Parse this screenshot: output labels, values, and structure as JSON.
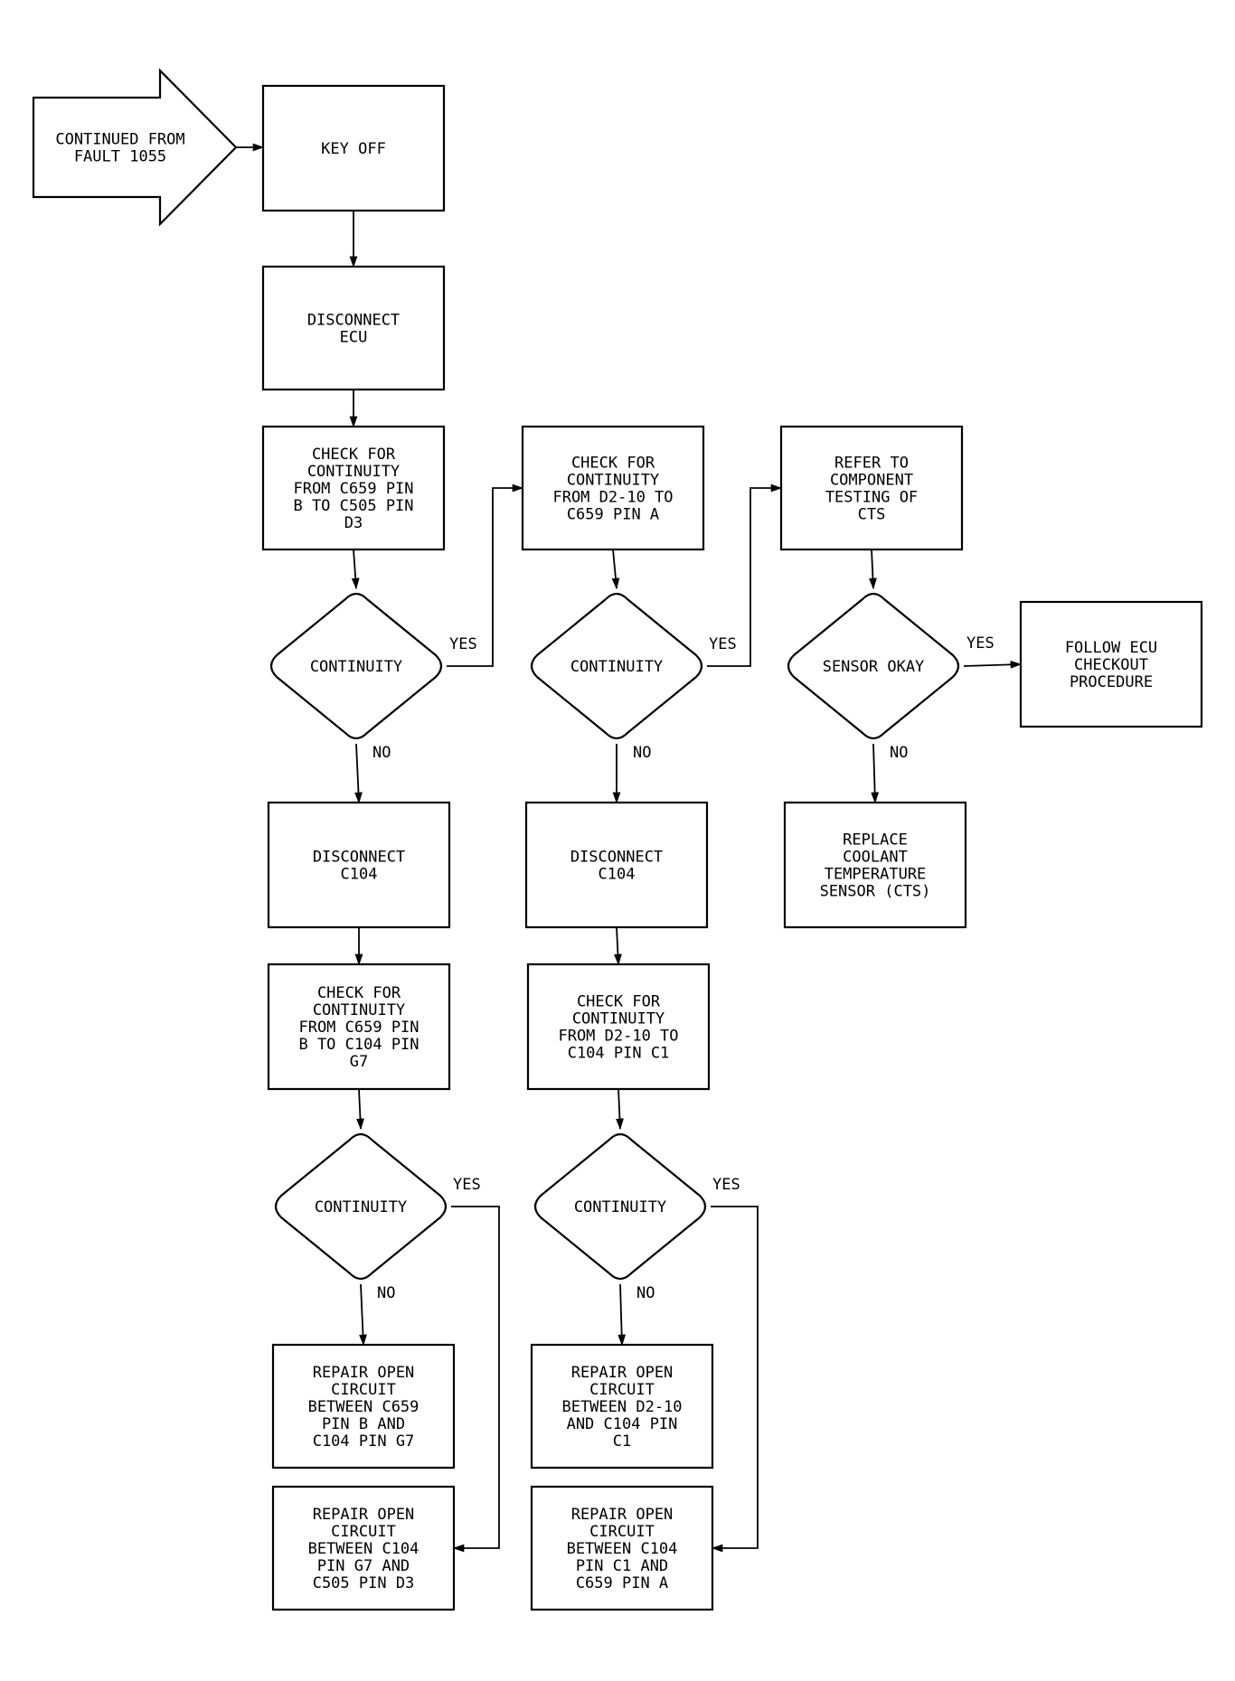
{
  "nodes": {
    "start": [
      "CONTINUED FROM",
      "FAULT 1055"
    ],
    "keyoff": [
      "KEY OFF"
    ],
    "disc_ecu": [
      "DISCONNECT",
      "ECU"
    ],
    "chk1": [
      "CHECK FOR",
      "CONTINUITY",
      "FROM C659 PIN",
      "B TO C505 PIN",
      "D3"
    ],
    "d1": [
      "CONTINUITY"
    ],
    "disc1": [
      "DISCONNECT",
      "C104"
    ],
    "chk2": [
      "CHECK FOR",
      "CONTINUITY",
      "FROM C659 PIN",
      "B TO C104 PIN",
      "G7"
    ],
    "d2": [
      "CONTINUITY"
    ],
    "rep1": [
      "REPAIR OPEN",
      "CIRCUIT",
      "BETWEEN C659",
      "PIN B AND",
      "C104 PIN G7"
    ],
    "rep2": [
      "REPAIR OPEN",
      "CIRCUIT",
      "BETWEEN C104",
      "PIN G7 AND",
      "C505 PIN D3"
    ],
    "chk3": [
      "CHECK FOR",
      "CONTINUITY",
      "FROM D2-10 TO",
      "C659 PIN A"
    ],
    "d3": [
      "CONTINUITY"
    ],
    "disc2": [
      "DISCONNECT",
      "C104"
    ],
    "chk4": [
      "CHECK FOR",
      "CONTINUITY",
      "FROM D2-10 TO",
      "C104 PIN C1"
    ],
    "d4": [
      "CONTINUITY"
    ],
    "rep3": [
      "REPAIR OPEN",
      "CIRCUIT",
      "BETWEEN D2-10",
      "AND C104 PIN",
      "C1"
    ],
    "rep4": [
      "REPAIR OPEN",
      "CIRCUIT",
      "BETWEEN C104",
      "PIN C1 AND",
      "C659 PIN A"
    ],
    "refer": [
      "REFER TO",
      "COMPONENT",
      "TESTING OF",
      "CTS"
    ],
    "d5": [
      "SENSOR OKAY"
    ],
    "follow": [
      "FOLLOW ECU",
      "CHECKOUT",
      "PROCEDURE"
    ],
    "replace": [
      "REPLACE",
      "COOLANT",
      "TEMPERATURE",
      "SENSOR (CTS)"
    ]
  },
  "edge_labels": {
    "yes": "YES",
    "no": "NO"
  }
}
